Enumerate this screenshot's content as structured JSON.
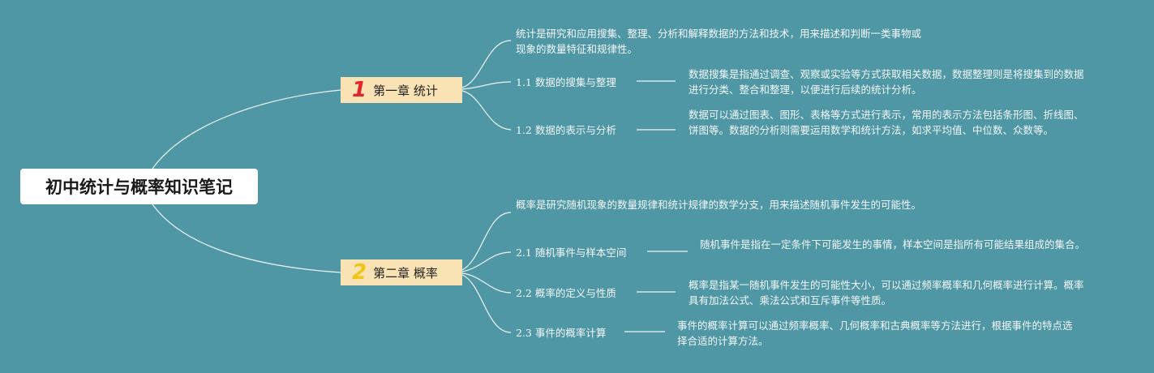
{
  "root": {
    "title": "初中统计与概率知识笔记"
  },
  "chapters": [
    {
      "number": "1",
      "number_color": "#e3242b",
      "title": "第一章 统计",
      "intro": "统计是研究和应用搜集、整理、分析和解释数据的方法和技术，用来描述和判断一类事物或现象的数量特征和规律性。",
      "sections": [
        {
          "title": "1.1 数据的搜集与整理",
          "desc": "数据搜集是指通过调查、观察或实验等方式获取相关数据，数据整理则是将搜集到的数据进行分类、整合和整理，以便进行后续的统计分析。"
        },
        {
          "title": "1.2 数据的表示与分析",
          "desc": "数据可以通过图表、图形、表格等方式进行表示，常用的表示方法包括条形图、折线图、饼图等。数据的分析则需要运用数学和统计方法，如求平均值、中位数、众数等。"
        }
      ]
    },
    {
      "number": "2",
      "number_color": "#f2c417",
      "title": "第二章 概率",
      "intro": "概率是研究随机现象的数量规律和统计规律的数学分支，用来描述随机事件发生的可能性。",
      "sections": [
        {
          "title": "2.1 随机事件与样本空间",
          "desc": "随机事件是指在一定条件下可能发生的事情，样本空间是指所有可能结果组成的集合。"
        },
        {
          "title": "2.2 概率的定义与性质",
          "desc": "概率是指某一随机事件发生的可能性大小，可以通过频率概率和几何概率进行计算。概率具有加法公式、乘法公式和互斥事件等性质。"
        },
        {
          "title": "2.3 事件的概率计算",
          "desc": "事件的概率计算可以通过频率概率、几何概率和古典概率等方法进行，根据事件的特点选择合适的计算方法。"
        }
      ]
    }
  ],
  "colors": {
    "background": "#4f97a4",
    "line": "#ffffff",
    "chapter_fill": "#f9e3b5",
    "text": "#f3f7f8"
  }
}
